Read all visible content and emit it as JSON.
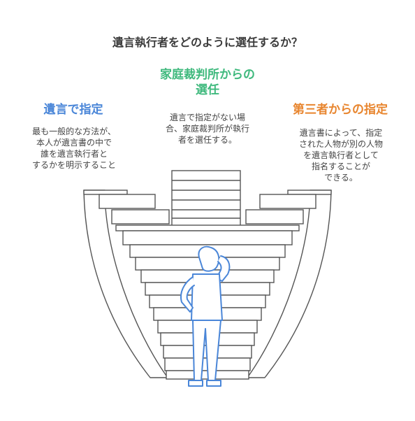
{
  "title": "遺言執行者をどのように選任するか？",
  "options": [
    {
      "heading": "遺言で指定",
      "color": "#4a86d8",
      "description": "最も一般的な方法が、\n本人が遺言書の中で\n誰を遺言執行者と\nするかを明示すること"
    },
    {
      "heading": "家庭裁判所からの\n選任",
      "color": "#3fb97d",
      "description": "遺言で指定がない場\n合、家庭裁判所が執行\n者を選任する。"
    },
    {
      "heading": "第三者からの指定",
      "color": "#e8852e",
      "description": "遺言書によって、指定\nされた人物が別の人物\nを遺言執行者として\n指名することが\nできる。"
    }
  ],
  "colors": {
    "line": "#555555",
    "person": "#4a86d8"
  }
}
